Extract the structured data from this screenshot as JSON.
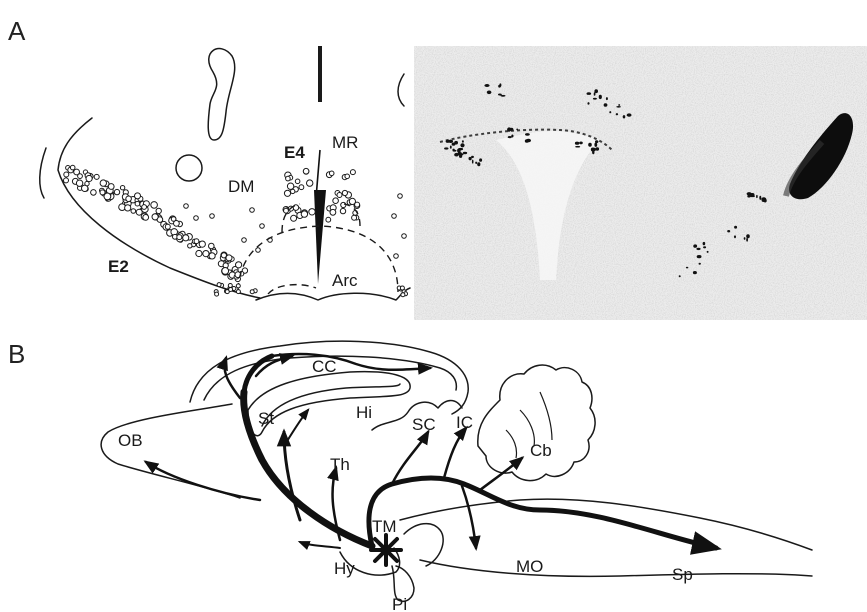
{
  "panels": {
    "a": "A",
    "b": "B"
  },
  "panel_a": {
    "labels": {
      "e4": "E4",
      "mr": "MR",
      "dm": "DM",
      "e2": "E2",
      "arc": "Arc"
    }
  },
  "panel_b": {
    "labels": {
      "cc": "CC",
      "hi": "Hi",
      "st": "St",
      "sc": "SC",
      "ic": "IC",
      "cb": "Cb",
      "ob": "OB",
      "th": "Th",
      "tm": "TM",
      "hy": "Hy",
      "mo": "MO",
      "sp": "Sp",
      "pi": "Pi"
    }
  },
  "colors": {
    "ink": "#1a1a1a",
    "micrograph_bg": "#ececec",
    "stain": "#111111"
  }
}
